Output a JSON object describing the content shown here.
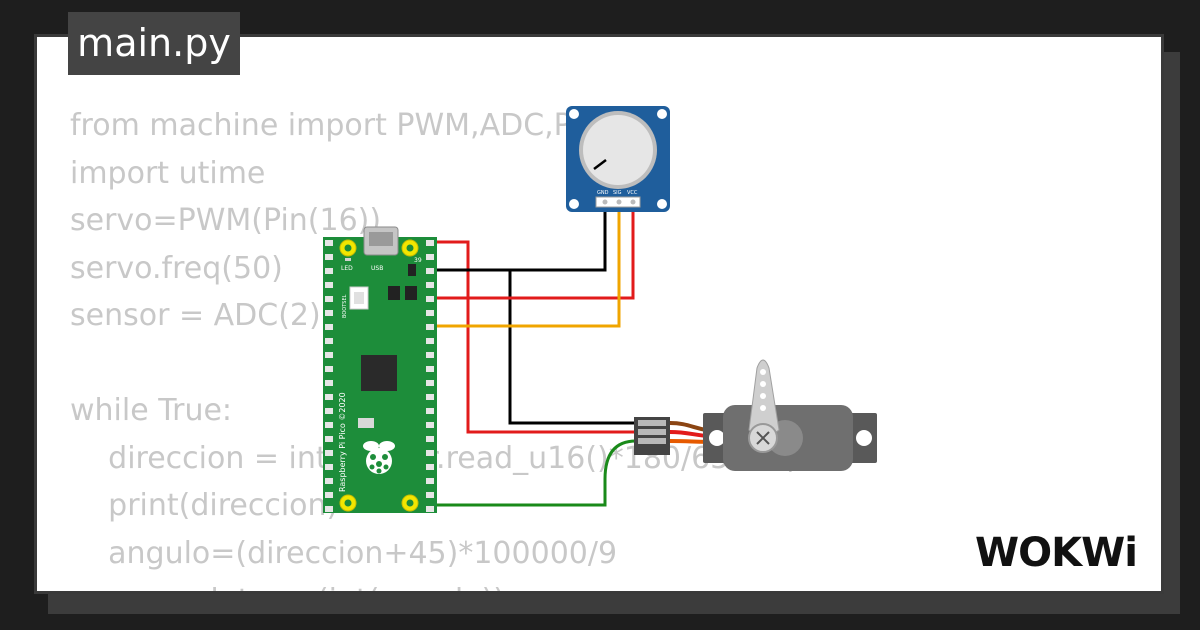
{
  "file_tab": {
    "label": "main.py"
  },
  "code": {
    "lines": [
      "from machine import PWM,ADC,Pin",
      "import utime",
      "servo=PWM(Pin(16))",
      "servo.freq(50)",
      "sensor = ADC(2)",
      "",
      "while True:",
      "    direccion = int(sensor.read_u16()*180/65535)",
      "    print(direccion)",
      "    angulo=(direccion+45)*100000/9",
      "    servo.duty_ns(int(angulo))"
    ]
  },
  "pico": {
    "led_label": "LED",
    "usb_label": "USB",
    "pin_label": "39",
    "bootsel_label": "BOOTSEL",
    "board_text": "Raspberry Pi Pico ©2020"
  },
  "potentiometer": {
    "pin_labels": [
      "GND",
      "SIG",
      "VCC"
    ]
  },
  "logo": {
    "text": "WOKWi"
  },
  "colors": {
    "background": "#1e1e1e",
    "card": "#ffffff",
    "code_text": "#c8c8c8",
    "pico_green": "#1d8d3a",
    "pot_blue": "#1f5e9c",
    "servo_gray": "#595959",
    "wire_red": "#e21b1b",
    "wire_black": "#000000",
    "wire_yellow": "#f0a500",
    "wire_green": "#1a8a1a",
    "wire_orange": "#e65a00",
    "wire_brown": "#8b4513"
  }
}
